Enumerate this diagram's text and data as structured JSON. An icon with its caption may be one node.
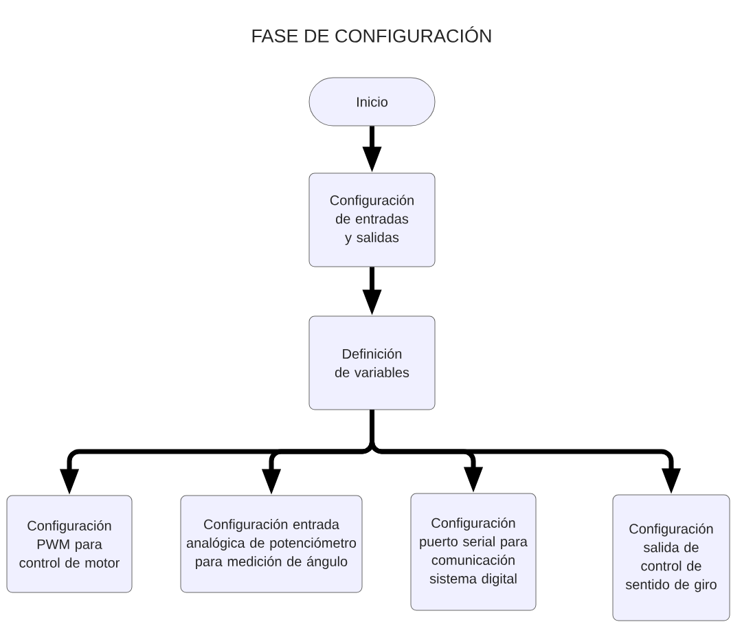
{
  "diagram": {
    "title": "FASE DE CONFIGURACIÓN",
    "nodes": [
      {
        "text": [
          "Inicio"
        ]
      },
      {
        "text": [
          "Configuración de entradas y salidas"
        ]
      },
      {
        "text": [
          "Definición de variables"
        ]
      },
      {
        "text": [
          "Configuración PWM para control de motor"
        ]
      },
      {
        "text": [
          "Configuración entrada analógica de potenciómetro para medición de ángulo"
        ]
      },
      {
        "text": [
          "Configuración puerto serial para comunicación sistema digital"
        ]
      },
      {
        "text": [
          "Configuración salida de control de sentido de giro"
        ]
      }
    ],
    "edges": [
      {
        "from": 0,
        "to": 1,
        "arrow": "to"
      },
      {
        "from": 1,
        "to": 2,
        "arrow": "to"
      },
      {
        "from": 2,
        "to": 3,
        "arrow": "to"
      },
      {
        "from": 2,
        "to": 4,
        "arrow": "to"
      },
      {
        "from": 2,
        "to": 5,
        "arrow": "to"
      },
      {
        "from": 2,
        "to": 6,
        "arrow": "to"
      }
    ]
  }
}
